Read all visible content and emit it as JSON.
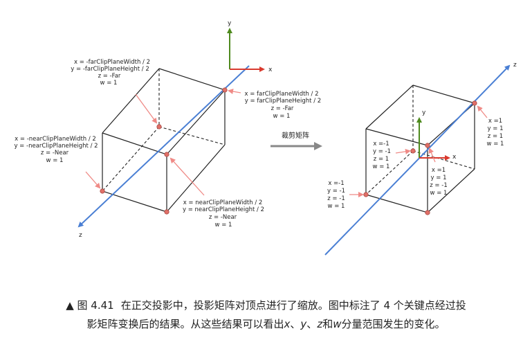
{
  "left_figure": {
    "axis_x": "x",
    "axis_y": "y",
    "axis_z": "z",
    "far_top_left": [
      "x = -farClipPlaneWidth / 2",
      "y = -farClipPlaneHeight / 2",
      "z = -Far",
      "w = 1"
    ],
    "far_top_right": [
      "x = farClipPlaneWidth / 2",
      "y = farClipPlaneHeight / 2",
      "z = -Far",
      "w = 1"
    ],
    "near_bottom_left": [
      "x = -nearClipPlaneWidth / 2",
      "y = -nearClipPlaneHeight / 2",
      "z = -Near",
      "w = 1"
    ],
    "near_bottom_right": [
      "x = nearClipPlaneWidth / 2",
      "y = nearClipPlaneHeight / 2",
      "z = -Near",
      "w = 1"
    ]
  },
  "transform_label": "裁剪矩阵",
  "right_figure": {
    "axis_x": "x",
    "axis_y": "y",
    "axis_z": "z",
    "top_right": [
      "x =1",
      "y = 1",
      "z = 1",
      "w = 1"
    ],
    "inner": [
      "x =-1",
      "y = -1",
      "z = 1",
      "w = 1"
    ],
    "middle": [
      "x =1",
      "y = 1",
      "z = -1",
      "w = 1"
    ],
    "bottom_left": [
      "x =-1",
      "y = -1",
      "z = -1",
      "w = 1"
    ]
  },
  "caption": {
    "marker": "▲ 图 4.41",
    "line1_text": "在正交投影中，投影矩阵对顶点进行了缩放。图中标注了 4 个关键点经过投",
    "line2_a": "影矩阵变换后的结果。从这些结果可以看出",
    "var_x": "x",
    "sep1": "、",
    "var_y": "y",
    "sep2": "、",
    "var_z": "z",
    "and": "和",
    "var_w": "w",
    "line2_b": "分量范围发生的变化。"
  },
  "colors": {
    "edge": "#222222",
    "z_axis": "#4a7fd4",
    "x_axis": "#d93a2e",
    "y_axis": "#4e8a1e",
    "point": "#e07068",
    "pointer": "#ef8a86",
    "transform_arrow": "#888888"
  }
}
